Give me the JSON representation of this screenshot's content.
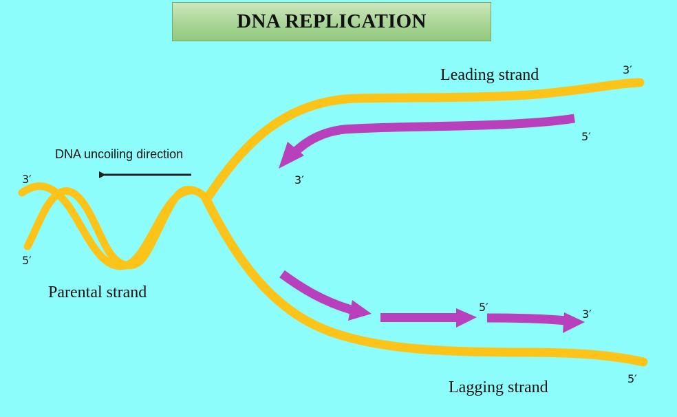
{
  "title": "DNA REPLICATION",
  "colors": {
    "background": "#8cfdfb",
    "strand": "#fcc419",
    "new_strand": "#b840bd",
    "arrow": "#222222"
  },
  "labels": {
    "leading_strand": "Leading strand",
    "lagging_strand": "Lagging strand",
    "parental_strand": "Parental strand",
    "uncoiling_direction": "DNA uncoiling direction"
  },
  "ends": {
    "leading_top_right": "3′",
    "leading_new_right": "5′",
    "leading_new_left": "3′",
    "parental_left_top": "3′",
    "parental_left_bottom": "5′",
    "okazaki_5": "5′",
    "okazaki_3": "3′",
    "lagging_bottom_right": "5′"
  }
}
